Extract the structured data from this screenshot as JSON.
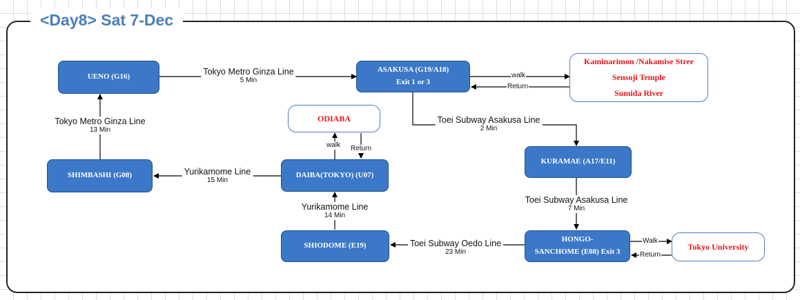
{
  "title": "<Day8> Sat 7-Dec",
  "stations": {
    "ueno": "UENO (G16)",
    "asakusa": [
      "ASAKUSA (G19/A18)",
      "Exit 1 or 3"
    ],
    "kuramae": "KURAMAE (A17/E11)",
    "hongo": [
      "HONGO-",
      "SANCHOME (E08) Exit 3"
    ],
    "shiodome": "SHIODOME  (E19)",
    "daiba": "DAIBA(TOKYO)  (U07)",
    "shimbashi": "SHIMBASHI (G08)"
  },
  "destinations": {
    "asakusa_sights": [
      "Kaminarimon /Nakamise Stree",
      "Sensoji Temple",
      "Sumida River"
    ],
    "odiaba": "ODIABA",
    "tokyo_univ": "Tokyo University"
  },
  "connections": {
    "ueno_asakusa": {
      "line": "Tokyo Metro Ginza Line",
      "duration": "5 Min"
    },
    "asakusa_kuramae": {
      "line": "Toei Subway Asakusa Line",
      "duration": "2 Min"
    },
    "kuramae_hongo": {
      "line": "Toei Subway Asakusa Line",
      "duration": "7 Min"
    },
    "hongo_shiodome": {
      "line": "Toei Subway Oedo Line",
      "duration": "23 Min"
    },
    "shiodome_daiba": {
      "line": "Yurikamome Line",
      "duration": "14 Min"
    },
    "daiba_shimbashi": {
      "line": "Yurikamome Line",
      "duration": "15 Min"
    },
    "shimbashi_ueno": {
      "line": "Tokyo Metro Ginza Line",
      "duration": "13 Min"
    }
  },
  "walks": {
    "asakusa_walk": "walk",
    "asakusa_return": "Return",
    "daiba_walk": "walk",
    "daiba_return": "Return",
    "hongo_walk": "Walk",
    "hongo_return": "Return"
  }
}
